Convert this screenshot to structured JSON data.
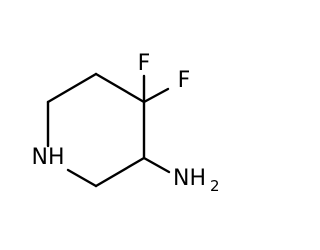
{
  "molecule": {
    "atoms": {
      "f1": "F",
      "f2": "F",
      "nh": "NH",
      "nh2_main": "NH",
      "nh2_sub": "2"
    },
    "colors": {
      "bond": "#000000",
      "label": "#000000",
      "background": "#ffffff"
    }
  }
}
